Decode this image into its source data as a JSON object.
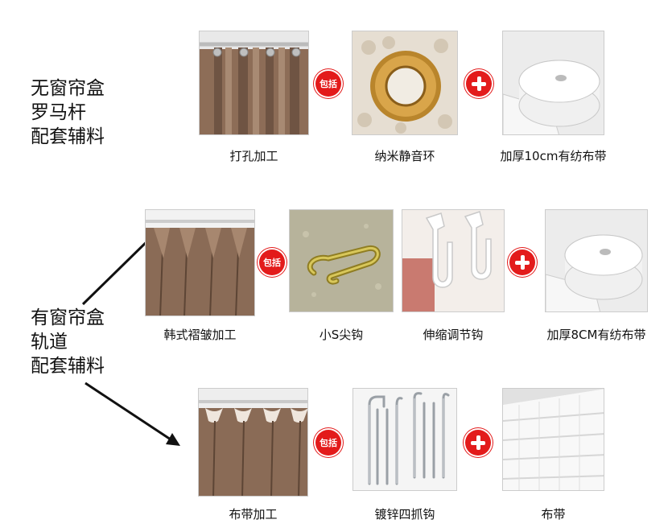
{
  "colors": {
    "accent": "#e31b1b",
    "curtain": "#8a6a55"
  },
  "section_no_box": {
    "label_lines": [
      "无窗帘盒",
      "罗马杆",
      "配套辅料"
    ],
    "items": [
      {
        "caption": "打孔加工",
        "icon": "grommet-curtain-photo"
      },
      {
        "caption": "纳米静音环",
        "icon": "gold-ring-photo"
      },
      {
        "caption": "加厚10cm有纺布带",
        "icon": "tape-roll-photo"
      }
    ],
    "badge": "包括"
  },
  "section_with_box": {
    "label_lines": [
      "有窗帘盒",
      "轨道",
      "配套辅料"
    ],
    "row1": {
      "items": [
        {
          "caption": "韩式褶皱加工",
          "icon": "pleated-curtain-photo"
        },
        {
          "caption": "小S尖钩",
          "icon": "s-hook-photo"
        },
        {
          "caption": "伸缩调节钩",
          "icon": "adjustable-hook-photo"
        },
        {
          "caption": "加厚8CM有纺布带",
          "icon": "tape-roll-photo"
        }
      ],
      "badge": "包括"
    },
    "row2": {
      "items": [
        {
          "caption": "布带加工",
          "icon": "tape-curtain-photo"
        },
        {
          "caption": "镀锌四抓钩",
          "icon": "four-prong-hook-photo"
        },
        {
          "caption": "布带",
          "icon": "tape-strip-photo"
        }
      ],
      "badge": "包括"
    }
  }
}
